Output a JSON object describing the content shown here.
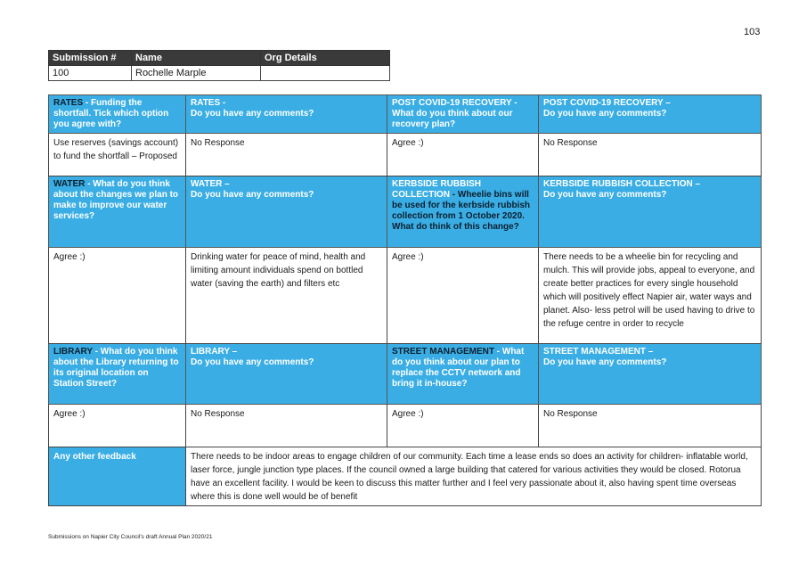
{
  "page_number": "103",
  "submission": {
    "headers": [
      "Submission #",
      "Name",
      "Org Details"
    ],
    "values": [
      "100",
      "Rochelle Marple",
      ""
    ]
  },
  "rows": [
    {
      "q1_topic": "RATES",
      "q1_text": " - Funding the shortfall. Tick which option you agree with?",
      "q2_topic": "RATES -",
      "q2_text": "Do you have any comments?",
      "q3_topic": "POST COVID-19 RECOVERY",
      "q3_text": " - What do you think about our recovery plan?",
      "q4_topic": "POST COVID-19 RECOVERY –",
      "q4_text": "Do you have any comments?",
      "a1": "Use reserves (savings account) to fund the shortfall – Proposed",
      "a2": "No Response",
      "a3": "Agree :)",
      "a4": "No Response"
    },
    {
      "q1_topic": "WATER",
      "q1_text": " - What do you think about the changes we plan to make to improve our water services?",
      "q2_topic": "WATER –",
      "q2_text": "Do you have any comments?",
      "q3_topic": "KERBSIDE RUBBISH COLLECTION",
      "q3_text": " - Wheelie bins will be used for the kerbside rubbish collection from 1 October 2020. What do think of this change?",
      "q4_topic": "KERBSIDE RUBBISH COLLECTION –",
      "q4_text": "Do you have any comments?",
      "a1": "Agree :)",
      "a2": "Drinking water for peace of mind, health and limiting amount individuals spend on bottled water (saving the earth) and filters etc",
      "a3": "Agree :)",
      "a4": "There needs to be a wheelie bin for recycling and mulch. This will provide jobs, appeal to everyone, and create better practices for every single household which will positively effect Napier air, water ways and planet. Also- less petrol will be used having to drive to the refuge centre in order to recycle"
    },
    {
      "q1_topic": "LIBRARY",
      "q1_text": " - What do you think about the Library returning to its original location on Station Street?",
      "q2_topic": "LIBRARY –",
      "q2_text": "Do you have any comments?",
      "q3_topic": "STREET MANAGEMENT",
      "q3_text": " - What do you think about our plan to replace the CCTV network and bring it in-house?",
      "q4_topic": "STREET MANAGEMENT –",
      "q4_text": "Do you have any comments?",
      "a1": "Agree :)",
      "a2": "No Response",
      "a3": "Agree :)",
      "a4": "No Response"
    }
  ],
  "feedback": {
    "label": "Any other feedback",
    "text": "There needs to be indoor areas to engage children of our community. Each time a lease ends so does an activity for children- inflatable world, laser force, jungle junction type places. If the council owned a large building that catered for various activities they would be closed. Rotorua have an excellent facility. I would be keen to discuss this matter further and I feel very passionate about it, also having spent time overseas where this is done well would be of benefit"
  },
  "footer": "Submissions on Napier City Council's draft Annual Plan 2020/21",
  "colors": {
    "header_blue": "#3aaee4",
    "header_dark": "#3a3a3a"
  }
}
